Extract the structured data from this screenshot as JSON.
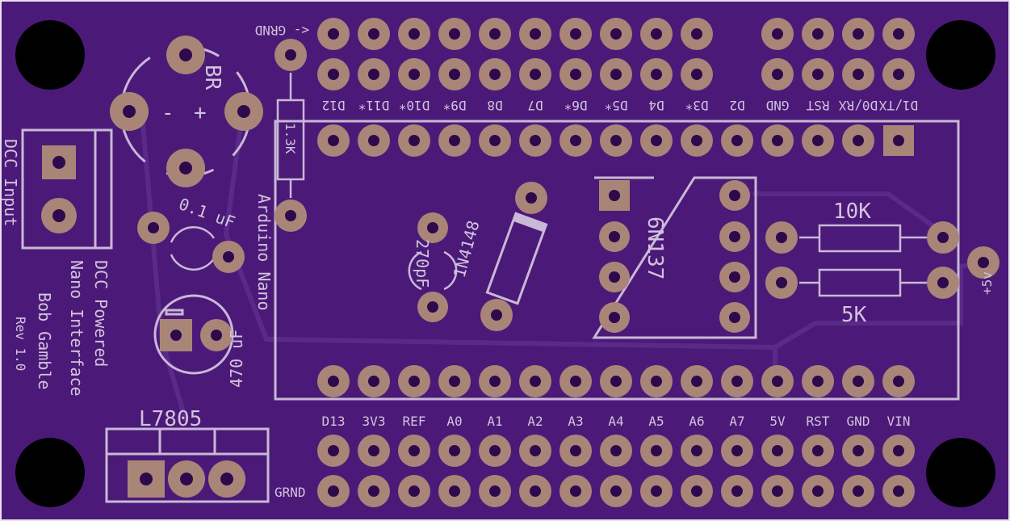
{
  "board": {
    "colors": {
      "substrate": "#4b1a78",
      "outline": "#e8e0ee",
      "silkscreen": "#c9b8d6",
      "pad": "#a98578",
      "mounting_hole": "#000000"
    }
  },
  "labels": {
    "grnd_top": "<- GRND",
    "grnd_bottom": "GRND",
    "br": "BR",
    "br_plus": "+",
    "br_minus": "-",
    "resistor_13k": "1.3K",
    "cap_01uf": "0.1 uF",
    "cap_470uf": "470 uF",
    "dcc_input": "DCC Input",
    "title_line1": "DCC Powered",
    "title_line2": "Nano Interface",
    "author": "Bob Gamble",
    "revision": "Rev 1.0",
    "arduino_nano": "Arduino Nano",
    "diode": "1N4148",
    "cap_270pf": "270pF",
    "optocoupler": "6N137",
    "r_10k": "10K",
    "r_5k": "5K",
    "plus5v": "+5v",
    "regulator": "L7805"
  },
  "top_pins": [
    "D12",
    "D11*",
    "D10*",
    "D9*",
    "D8",
    "D7",
    "D6*",
    "D5*",
    "D4",
    "D3*",
    "D2",
    "GND",
    "RST",
    "D0/RX",
    "D1/TX"
  ],
  "bottom_pins": [
    "D13",
    "3V3",
    "REF",
    "A0",
    "A1",
    "A2",
    "A3",
    "A4",
    "A5",
    "A6",
    "A7",
    "5V",
    "RST",
    "GND",
    "VIN"
  ]
}
